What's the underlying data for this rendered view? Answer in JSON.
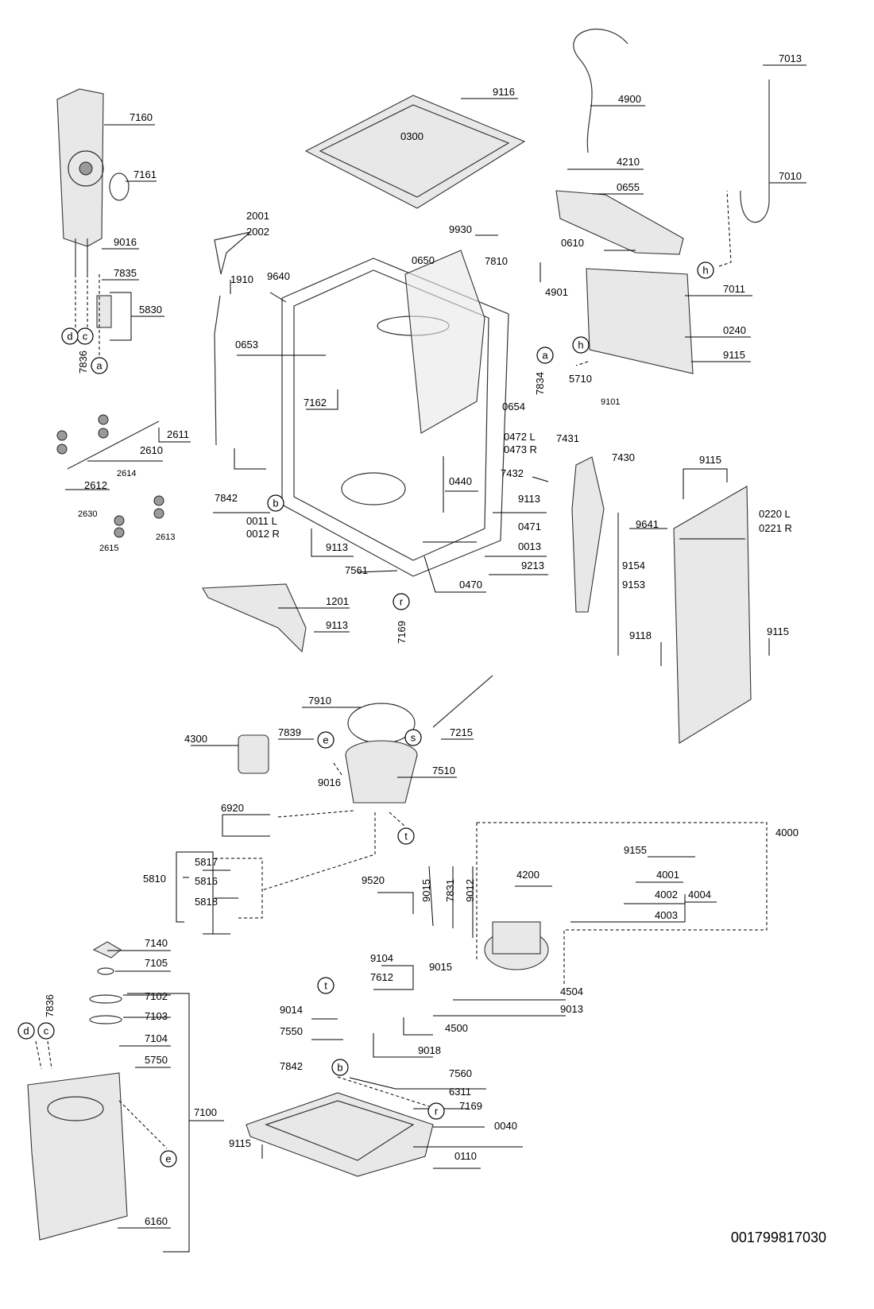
{
  "document_number": "001799817030",
  "part_labels": [
    "7160",
    "7161",
    "9016",
    "7835",
    "5830",
    "7836",
    "9116",
    "0300",
    "4900",
    "4210",
    "0655",
    "0610",
    "7013",
    "7010",
    "7011",
    "0240",
    "9115",
    "2001",
    "2002",
    "9930",
    "7810",
    "0650",
    "1910",
    "9640",
    "0653",
    "7162",
    "4901",
    "5710",
    "7834",
    "9101",
    "0654",
    "2611",
    "2610",
    "2612",
    "2614",
    "2630",
    "2615",
    "2613",
    "0472 L",
    "0473 R",
    "0440",
    "7432",
    "7431",
    "7430",
    "9113",
    "7842",
    "0011 L",
    "0012 R",
    "0471",
    "0013",
    "9213",
    "0470",
    "7561",
    "9641",
    "0220 L",
    "0221 R",
    "9154",
    "9153",
    "1201",
    "7169",
    "9118",
    "7910",
    "7215",
    "4300",
    "7839",
    "7510",
    "6920",
    "4000",
    "9155",
    "5817",
    "5810",
    "5816",
    "5818",
    "9520",
    "9015",
    "7831",
    "9012",
    "4200",
    "4001",
    "4002",
    "4004",
    "4003",
    "9104",
    "7612",
    "7140",
    "7105",
    "7102",
    "7103",
    "7104",
    "5750",
    "7100",
    "6160",
    "4504",
    "9014",
    "9013",
    "7550",
    "4500",
    "9018",
    "7560",
    "6311",
    "0040",
    "0110"
  ],
  "callouts": [
    "a",
    "b",
    "c",
    "d",
    "e",
    "h",
    "r",
    "s",
    "t"
  ]
}
